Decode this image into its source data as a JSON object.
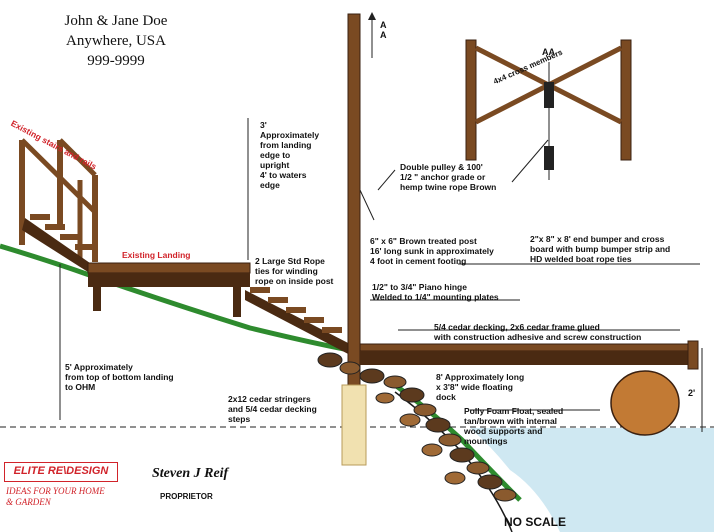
{
  "header": {
    "name": "John & Jane Doe",
    "location": "Anywhere, USA",
    "phone": "999-9999"
  },
  "labels": {
    "section_marker": "A\nA",
    "detail_title": "AA",
    "cross_members": "4x4 cross members",
    "stairs": "Existing stairs and rails",
    "landing": "Existing Landing",
    "distance_upright": "3'\nApproximately\nfrom landing\nedge to\nupright\n4' to waters\nedge",
    "pulley": "Double pulley & 100'\n1/2 \" anchor grade or\nhemp twine rope Brown",
    "rope_ties": "2 Large Std Rope\nties for winding\nrope on inside post",
    "post": "6\" x 6\" Brown treated post\n16' long  sunk in approximately\n4 foot in cement footing",
    "bumper": "2\"x 8\" x 8' end bumper and cross\nboard with bump bumper strip and\nHD welded boat rope ties",
    "hinge": "1/2\" to 3/4\" Piano hinge\nWelded to 1/4\" mounting plates",
    "decking": "5/4 cedar decking, 2x6 cedar frame glued\nwith construction adhesive and screw construction",
    "landing_height": "5' Approximately\nfrom top of bottom landing\nto OHM",
    "stringers": "2x12 cedar stringers\nand 5/4 cedar decking\nsteps",
    "dock": "8' Approximately  long\nx 3'8\" wide floating\ndock",
    "float": "Polly Foam Float, sealed\ntan/brown  with internal\nwood supports and\nmountings",
    "float_height": "2'",
    "no_scale": "NO SCALE"
  },
  "branding": {
    "company": "ELITE RE\\DESIGN",
    "tagline": "IDEAS FOR YOUR HOME\n& GARDEN",
    "signature": "Steven J Reif",
    "title": "PROPRIETOR"
  },
  "colors": {
    "wood": "#7a4a22",
    "wood_dark": "#4a2a12",
    "grass": "#2e8b2e",
    "water": "#cfe8f2",
    "float": "#c27a34",
    "accent_red": "#d1232a"
  }
}
